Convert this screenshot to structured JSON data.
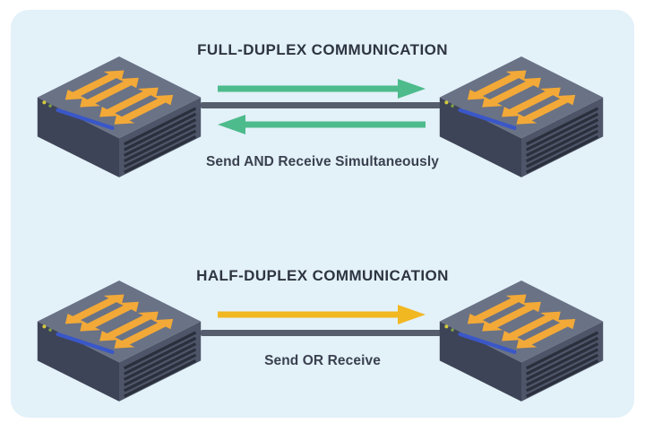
{
  "colors": {
    "page_bg": "#ffffff",
    "card_bg": "#e3f1f9",
    "title_text": "#2e3542",
    "caption_text": "#3a4150",
    "green_arrow": "#4dbb8b",
    "yellow_arrow": "#f2b822",
    "cable": "#565d6c",
    "device_top": "#6a7285",
    "device_front": "#3e4457",
    "device_side": "#4e5568",
    "device_vent": "#2a2f3c",
    "device_stripe": "#3a57c8",
    "led_yellow": "#d2c93f",
    "led_green": "#7ca24b",
    "switch_arrow": "#f2a937"
  },
  "icons": {
    "switch_traffic_arrows": "double-diagonal-arrows",
    "flow_arrow_right": "long-right-arrow",
    "flow_arrow_left": "long-left-arrow"
  },
  "sections": {
    "full_duplex": {
      "title": "FULL-DUPLEX COMMUNICATION",
      "caption": "Send AND Receive Simultaneously",
      "arrow_directions": [
        "right",
        "left"
      ]
    },
    "half_duplex": {
      "title": "HALF-DUPLEX COMMUNICATION",
      "caption": "Send OR Receive",
      "arrow_directions": [
        "right"
      ]
    }
  }
}
